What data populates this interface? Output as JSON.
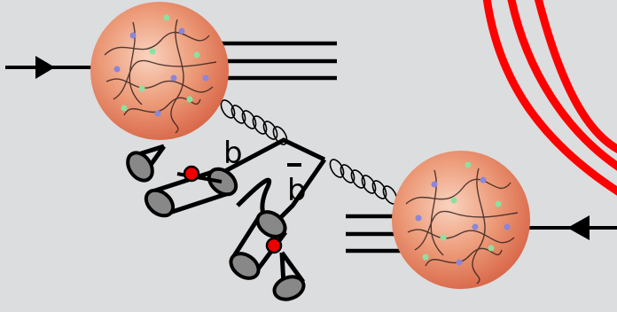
{
  "diagram": {
    "labels": {
      "quark": "b",
      "antiquark": "b"
    },
    "colors": {
      "background": "#dcdddf",
      "proton_light": "#f6c2a8",
      "proton_mid": "#e98a67",
      "proton_dark": "#d86a48",
      "vertex_dot": "#ee0000",
      "track_ring": "#ff0000",
      "line": "#000000",
      "jet_cone_fill": "#8c8c8c"
    },
    "icons": [
      "proton-blob",
      "gluon-spring",
      "jet-cone",
      "decay-vertex",
      "beam-arrow"
    ]
  }
}
